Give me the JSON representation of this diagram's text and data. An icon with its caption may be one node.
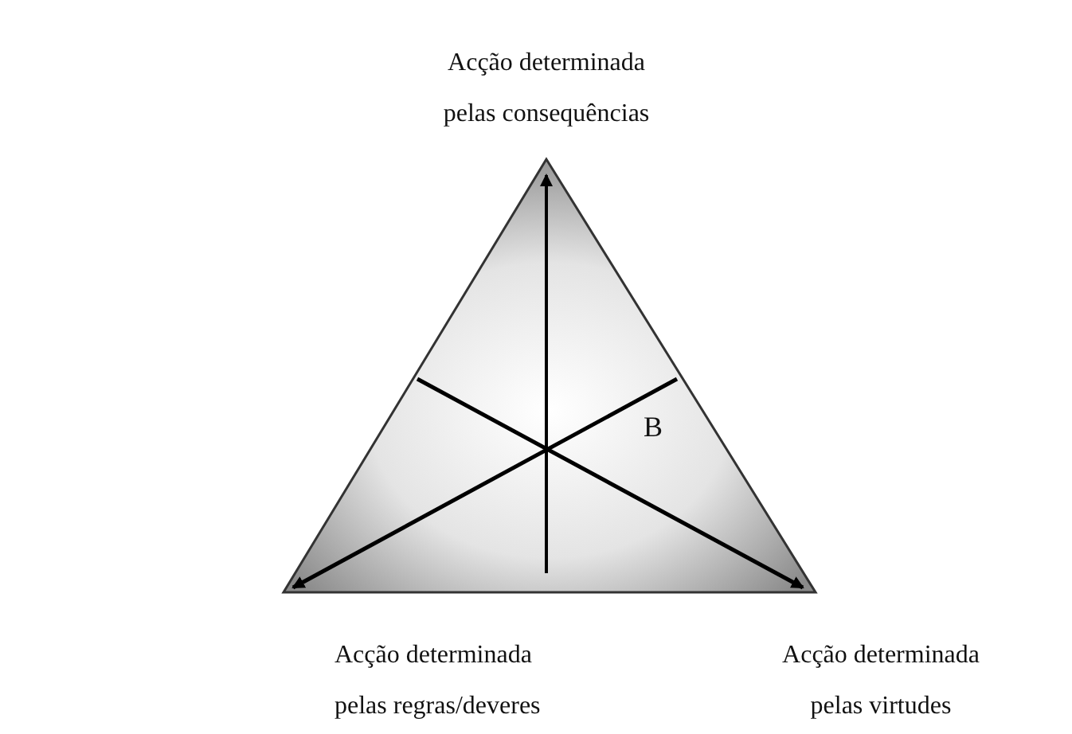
{
  "diagram": {
    "nodes": [
      {
        "text": [
          "B"
        ]
      }
    ],
    "labels": [
      "Acção determinada pelas consequências",
      "Acção determinada pelas regras/deveres",
      "Acção determinada pelas virtudes"
    ]
  }
}
